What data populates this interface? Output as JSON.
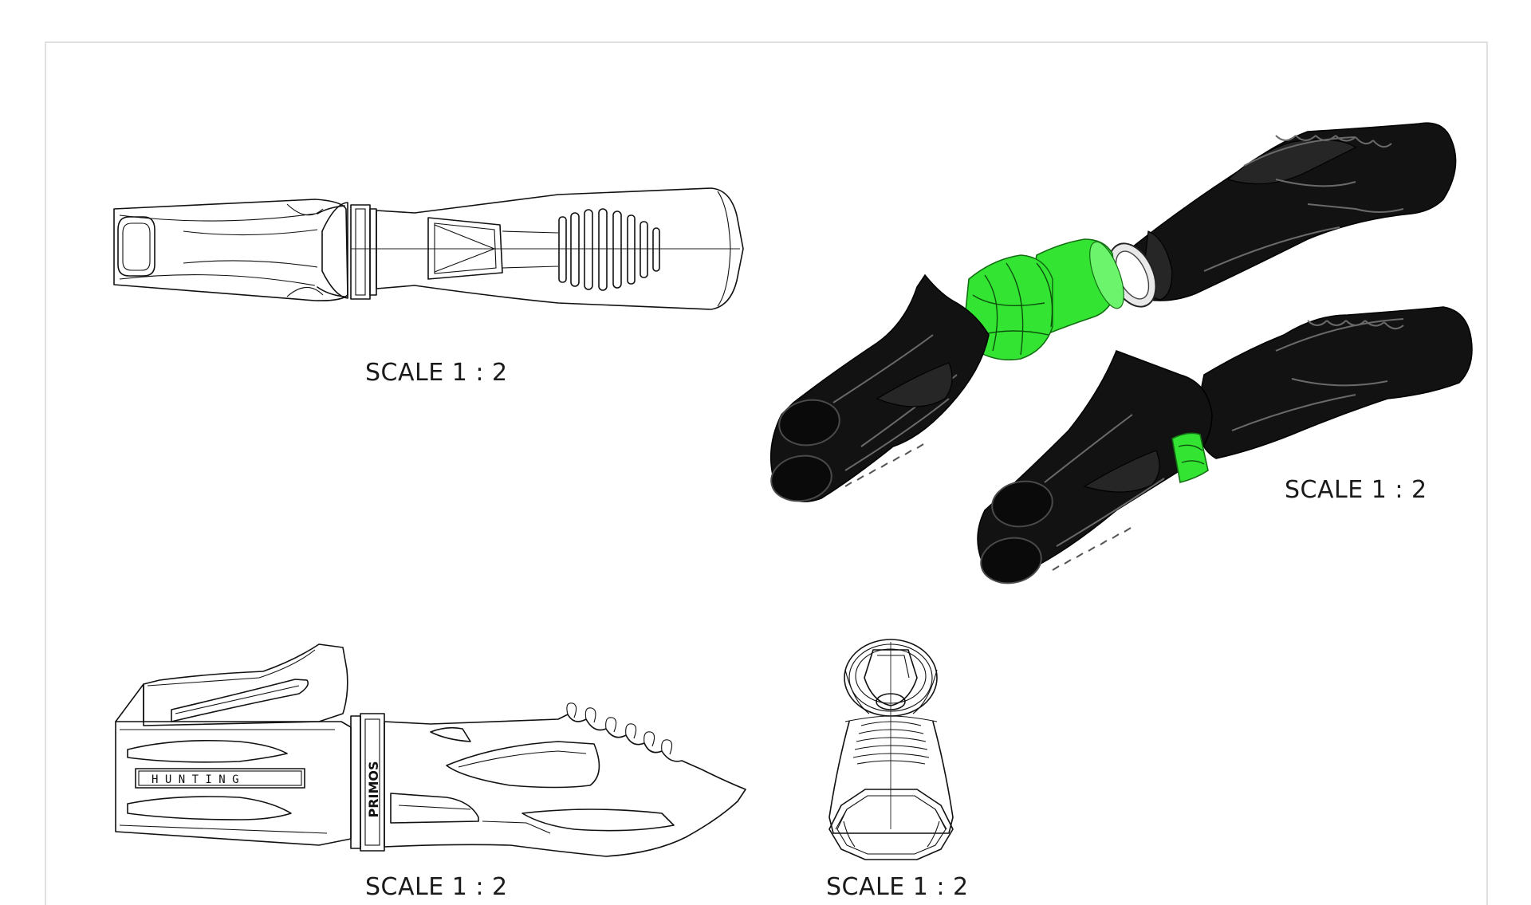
{
  "views": {
    "top_view": {
      "scale_label": "SCALE 1 : 2"
    },
    "isometric_view": {
      "scale_label": "SCALE 1 : 2"
    },
    "side_view": {
      "scale_label": "SCALE 1 : 2",
      "engravings": {
        "side": "H U N T I N G",
        "ring": "PRIMOS"
      }
    },
    "end_view": {
      "scale_label": "SCALE 1 : 2"
    }
  },
  "colors": {
    "sheet_border": "#d6d6d6",
    "part_black": "#121212",
    "part_green": "#33e433",
    "line": "#111111"
  }
}
